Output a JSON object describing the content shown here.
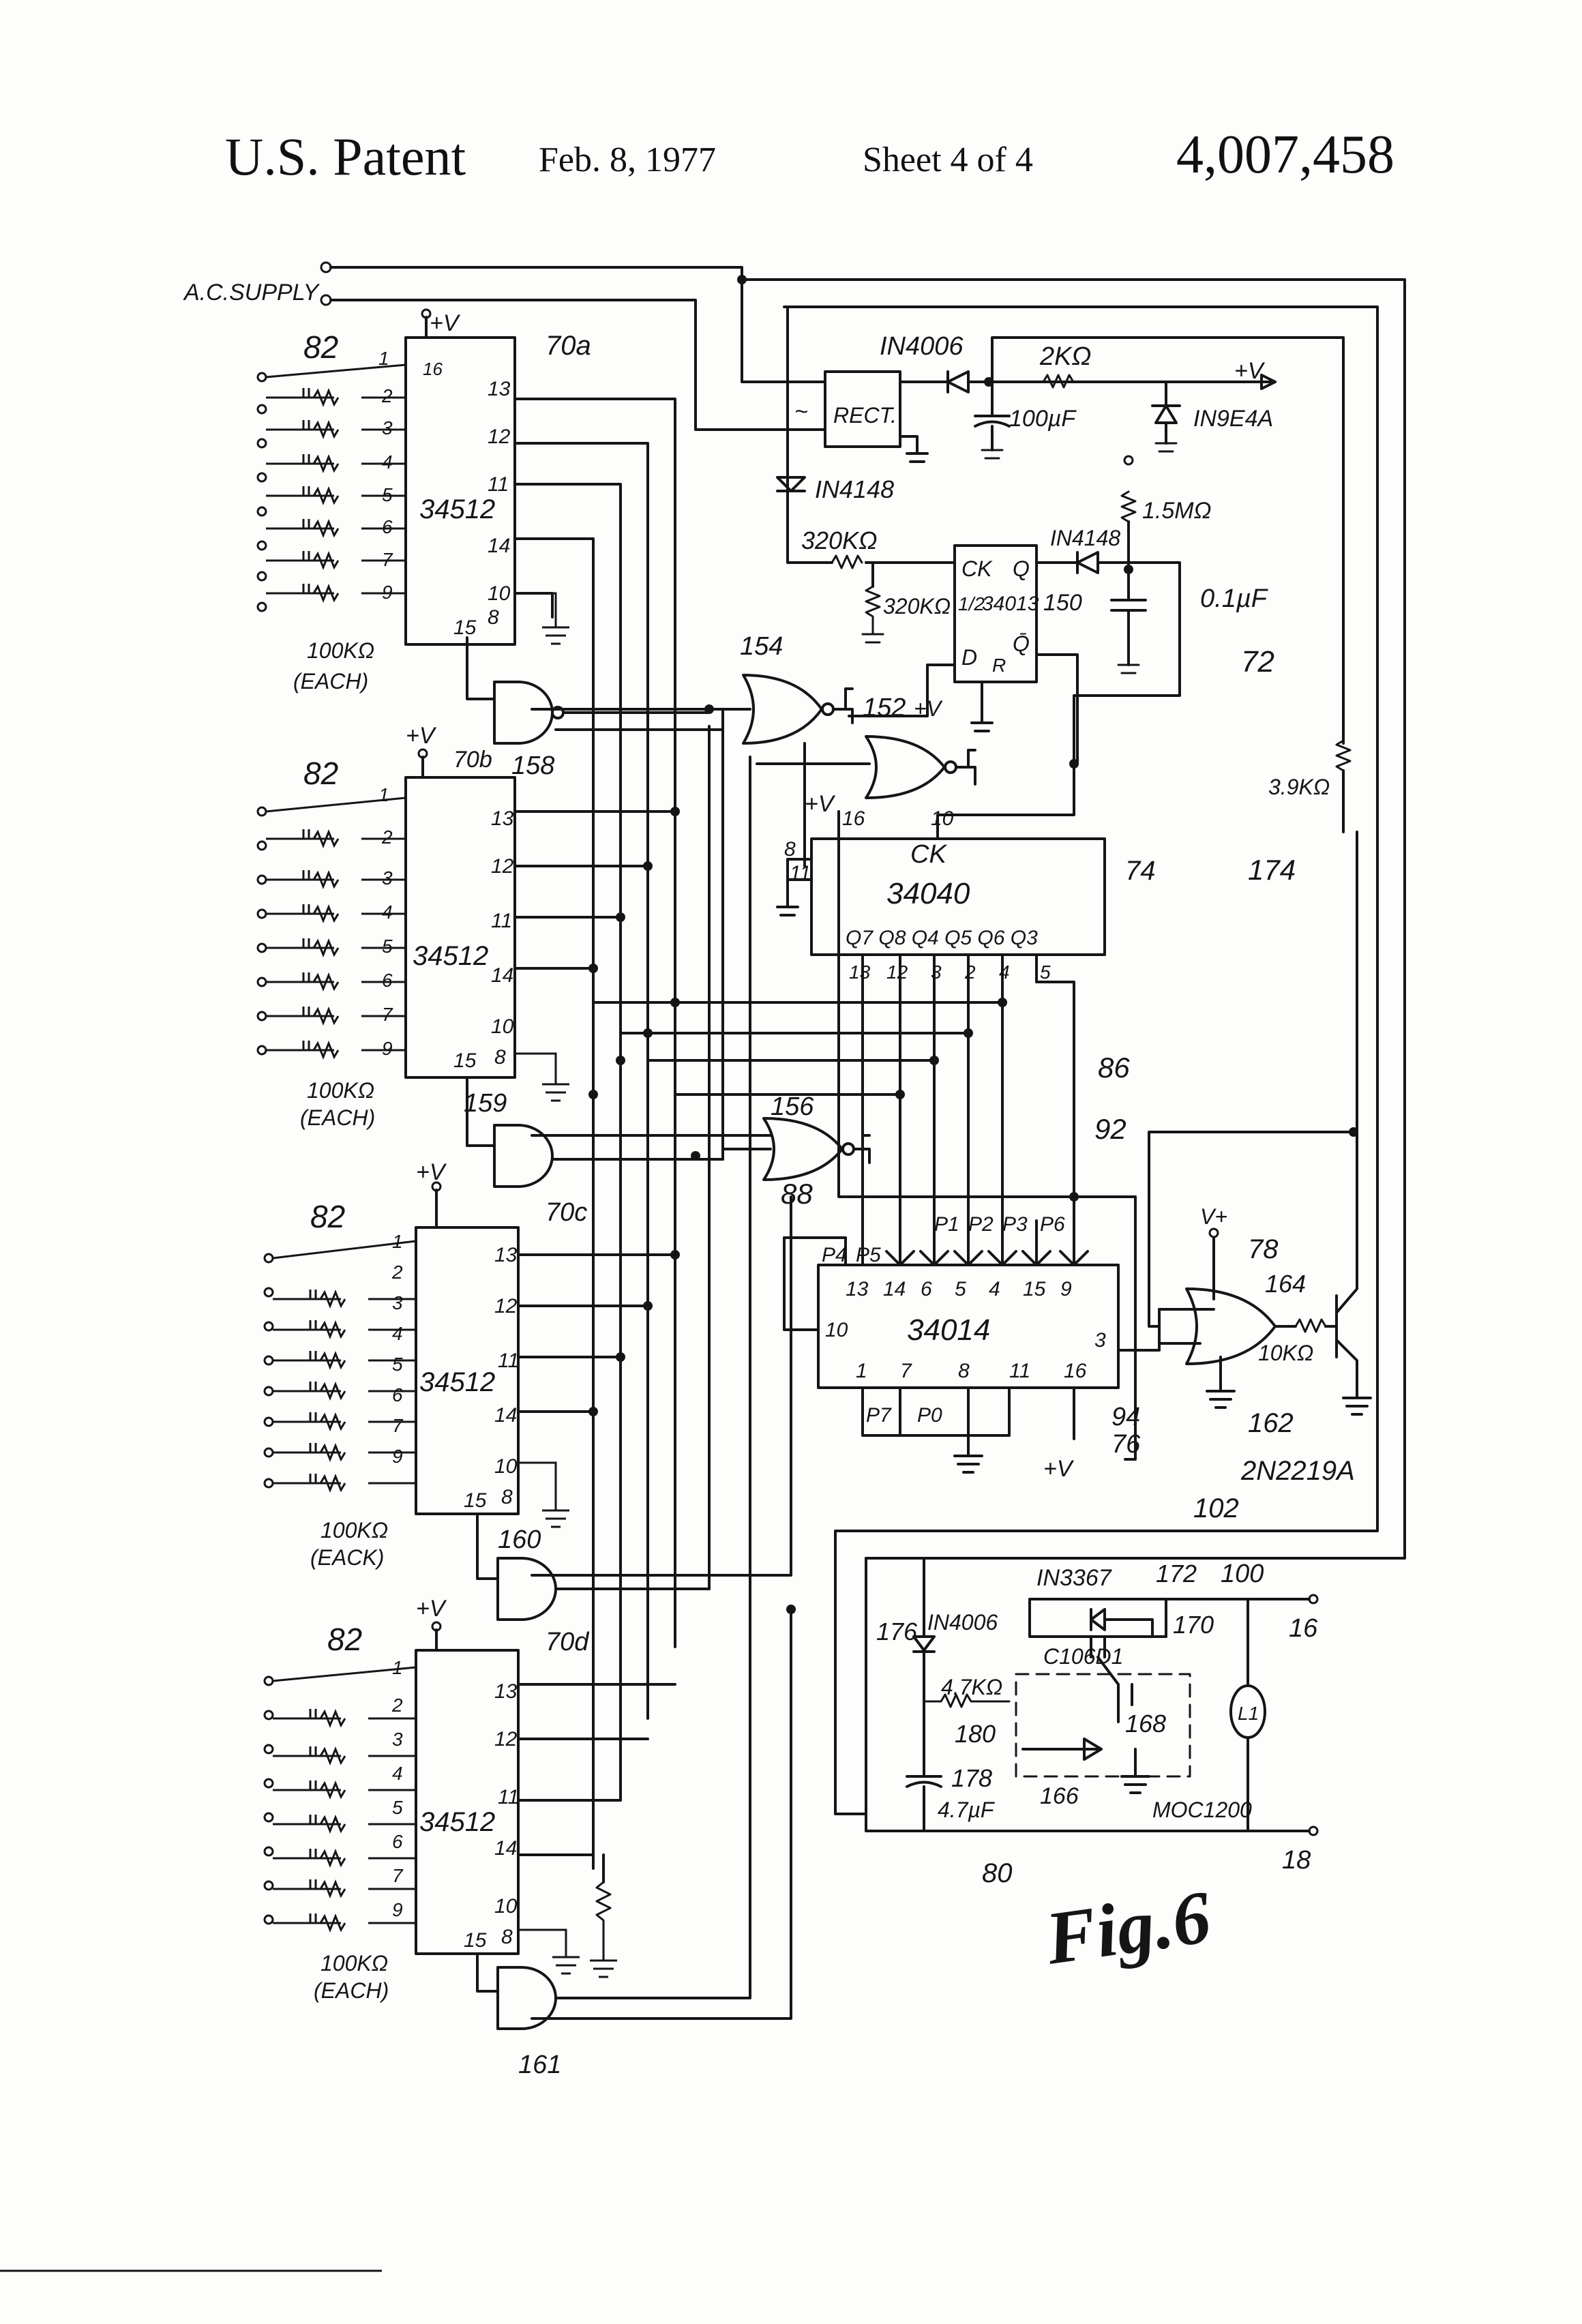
{
  "header": {
    "patent": "U.S. Patent",
    "date": "Feb. 8, 1977",
    "sheet": "Sheet 4 of 4",
    "number": "4,007,458"
  },
  "figure": {
    "label": "Fig.6"
  },
  "labels": {
    "ac_supply": "A.C.SUPPLY",
    "plus_v": "+V",
    "v_plus": "V+",
    "chip_34512": "34512",
    "ref_82": "82",
    "ref_70a": "70a",
    "ref_70b": "70b",
    "ref_70c": "70c",
    "ref_70d": "70d",
    "r_100k_each": "100KΩ",
    "each": "(EACH)",
    "eack": "(EACK)",
    "rect": "RECT.",
    "tilde": "~",
    "in4006": "IN4006",
    "in4148": "IN4148",
    "r_2k": "2KΩ",
    "c_100uf": "100µF",
    "in9e4a": "IN9E4A",
    "r_320k": "320KΩ",
    "r_320k_b": "320KΩ",
    "r_1_5m": "1.5MΩ",
    "c_0_1uf": "0.1µF",
    "ff_ck": "CK",
    "ff_q": "Q",
    "ff_half": "1/2",
    "ff_chip": "34013",
    "ff_d": "D",
    "ff_r": "R",
    "ff_qbar": "Q̄",
    "ref_150": "150",
    "ref_72": "72",
    "ref_154": "154",
    "ref_152": "152",
    "ref_158": "158",
    "ref_159": "159",
    "ref_160": "160",
    "ref_161": "161",
    "ref_156": "156",
    "counter_ck": "CK",
    "counter_chip": "34040",
    "counter_pins": "Q7 Q8 Q4 Q5 Q6 Q3",
    "ref_74": "74",
    "r_3_9k": "3.9KΩ",
    "ref_174": "174",
    "ref_86": "86",
    "ref_92": "92",
    "ref_88": "88",
    "shift_chip": "34014",
    "p1": "P1",
    "p2": "P2",
    "p3": "P3",
    "p4": "P4",
    "p5": "P5",
    "p6": "P6",
    "p7": "P7",
    "p0": "P0",
    "ref_78": "78",
    "ref_164": "164",
    "r_10k": "10KΩ",
    "ref_162": "162",
    "transistor": "2N2219A",
    "ref_94": "94",
    "ref_76": "76",
    "ref_102": "102",
    "ref_100": "100",
    "in3367": "IN3367",
    "ref_172": "172",
    "ref_170": "170",
    "ref_176": "176",
    "in4006_b": "IN4006",
    "c106d1": "C106D1",
    "r_4_7k": "4.7KΩ",
    "ref_180": "180",
    "ref_168": "168",
    "ref_178": "178",
    "c_4_7uf": "4.7µF",
    "ref_166": "166",
    "moc1200": "MOC1200",
    "ref_80": "80",
    "ref_16": "16",
    "ref_18": "18",
    "lamp": "L1",
    "pin_1": "1",
    "pin_2": "2",
    "pin_3": "3",
    "pin_4": "4",
    "pin_5": "5",
    "pin_6": "6",
    "pin_7": "7",
    "pin_8": "8",
    "pin_9": "9",
    "pin_10": "10",
    "pin_11": "11",
    "pin_12": "12",
    "pin_13": "13",
    "pin_14": "14",
    "pin_15": "15",
    "pin_16": "16"
  }
}
